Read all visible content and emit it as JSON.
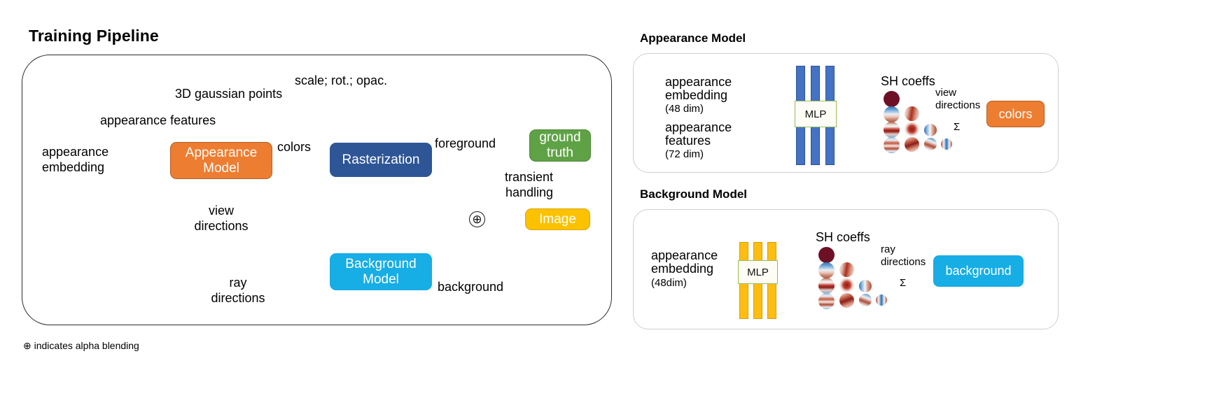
{
  "figure": {
    "training_pipeline_title": "Training Pipeline",
    "appearance_model_title": "Appearance Model",
    "background_model_title": "Background Model",
    "footnote": "⊕ indicates alpha blending"
  },
  "pipeline": {
    "inputs": {
      "gaussian_points": "3D gaussian points",
      "appearance_features": "appearance features",
      "scale_rot_opac": "scale; rot.; opac.",
      "appearance_embedding_l1": "appearance",
      "appearance_embedding_l2": "embedding",
      "view_directions_l1": "view",
      "view_directions_l2": "directions",
      "ray_directions_l1": "ray",
      "ray_directions_l2": "directions"
    },
    "boxes": {
      "appearance_model_l1": "Appearance",
      "appearance_model_l2": "Model",
      "rasterization": "Rasterization",
      "ground_truth_l1": "ground",
      "ground_truth_l2": "truth",
      "image": "Image",
      "background_model_l1": "Background",
      "background_model_l2": "Model"
    },
    "edges": {
      "colors": "colors",
      "foreground": "foreground",
      "background": "background",
      "transient_handling_l1": "transient",
      "transient_handling_l2": "handling"
    },
    "blend_symbol": "⊕"
  },
  "appearance_model": {
    "input1_l1": "appearance",
    "input1_l2": "embedding",
    "input1_dim": "(48 dim)",
    "input2_l1": "appearance",
    "input2_l2": "features",
    "input2_dim": "(72 dim)",
    "mlp_label": "MLP",
    "sh_label": "SH coeffs",
    "view_directions_l1": "view",
    "view_directions_l2": "directions",
    "sigma": "Σ",
    "output_label": "colors"
  },
  "background_model": {
    "input1_l1": "appearance",
    "input1_l2": "embedding",
    "input1_dim": "(48dim)",
    "mlp_label": "MLP",
    "sh_label": "SH coeffs",
    "ray_directions_l1": "ray",
    "ray_directions_l2": "directions",
    "sigma": "Σ",
    "output_label": "background"
  },
  "colors": {
    "orange": "#ED7D31",
    "dark_blue": "#2E5596",
    "green": "#5FA246",
    "yellow": "#FCC200",
    "cyan": "#17ADE5",
    "mlp_blue": "#4472C4",
    "mlp_gold": "#FDBE11",
    "panel_border": "#2b2b2b",
    "panel_light_border": "#cfcfcf"
  }
}
